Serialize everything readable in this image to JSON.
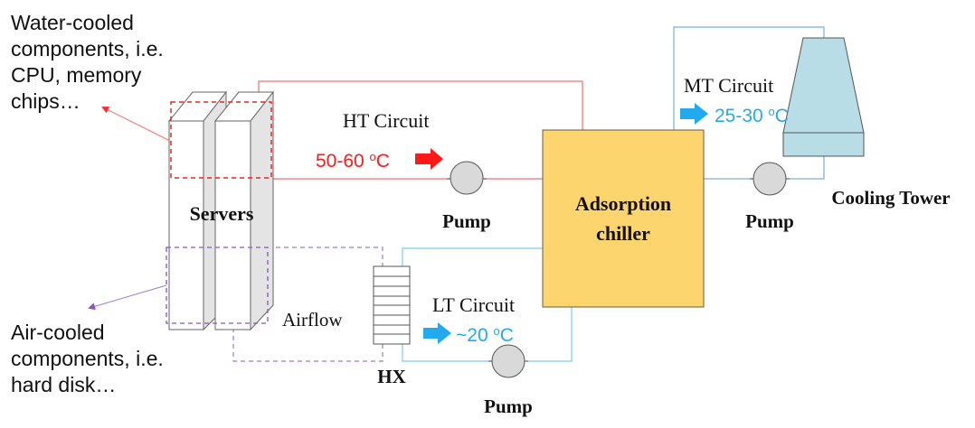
{
  "labels": {
    "water_cooled": [
      "Water-cooled",
      "components, i.e.",
      "CPU, memory",
      "chips…"
    ],
    "air_cooled": [
      "Air-cooled",
      "components, i.e.",
      "hard disk…"
    ],
    "servers": "Servers",
    "ht_circuit": "HT Circuit",
    "ht_temp": "50-60 ",
    "lt_circuit": "LT Circuit",
    "lt_temp": "~20 ",
    "mt_circuit": "MT Circuit",
    "mt_temp": "25-30 ",
    "degree_o": "o",
    "celsius_c": "C",
    "pump_ht": "Pump",
    "pump_mt": "Pump",
    "pump_lt": "Pump",
    "chiller_line1": "Adsorption",
    "chiller_line2": "chiller",
    "cooling_tower": "Cooling Tower",
    "airflow": "Airflow",
    "hx": "HX"
  },
  "colors": {
    "ht": "#ff1a1a",
    "ht_line": "#f07070",
    "lt_mt": "#22aaee",
    "lt_mt_line": "#7ccaec",
    "mt_line": "#7aaedc",
    "air": "#8a55c0",
    "chiller_fill": "#fdd56e",
    "tower_fill": "#b8dde6",
    "pump_fill": "#d9d9d9",
    "server_side": "#e4e4e4"
  }
}
